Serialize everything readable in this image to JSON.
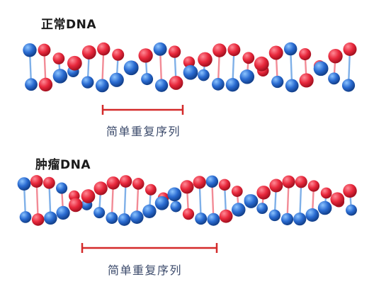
{
  "panels": [
    {
      "title": "正常DNA",
      "caption": "简单重复序列"
    },
    {
      "title": "肿瘤DNA",
      "caption": "简单重复序列"
    }
  ],
  "colors": {
    "red_base": "#e8283c",
    "blue_base": "#2a6bd1",
    "bracket": "#d42a2a",
    "rung_red": "#f28b96",
    "rung_blue": "#7fb0e8"
  }
}
